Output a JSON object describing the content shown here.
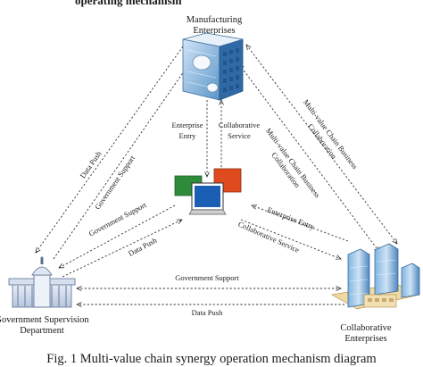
{
  "header_fragment": "operating mechanism",
  "nodes": {
    "manufacturing": {
      "line1": "Manufacturing",
      "line2": "Enterprises",
      "icon": "office-building"
    },
    "government": {
      "line1": "Government Supervision",
      "line2": "Department",
      "icon": "capitol-building"
    },
    "collaborative": {
      "line1": "Collaborative",
      "line2": "Enterprises",
      "icon": "corporate-towers"
    },
    "platform": {
      "icon": "computer-monitors",
      "colors": [
        "#2e8b3a",
        "#1a5fb4",
        "#e04a1f"
      ]
    }
  },
  "edges": {
    "enterprise_entry_top": {
      "line1": "Enterprise",
      "line2": "Entry"
    },
    "collaborative_service_top": {
      "line1": "Collaborative",
      "line2": "Service"
    },
    "data_push_left_outer": "Data Push",
    "government_support_left_outer": "Government Support",
    "government_support_inner": "Government Support",
    "data_push_inner": "Data Push",
    "multivalue_outer": {
      "line1": "Multi-value Chain Business",
      "line2": "Collaboration"
    },
    "multivalue_inner": {
      "line1": "Multi-value Chain Business",
      "line2": "Collaboration"
    },
    "enterprise_entry_right": "Enterprise Entry",
    "collaborative_service_right": "Collaborative Service",
    "government_support_bottom": "Government Support",
    "data_push_bottom": "Data Push"
  },
  "caption": "Fig. 1 Multi-value chain synergy operation mechanism diagram"
}
